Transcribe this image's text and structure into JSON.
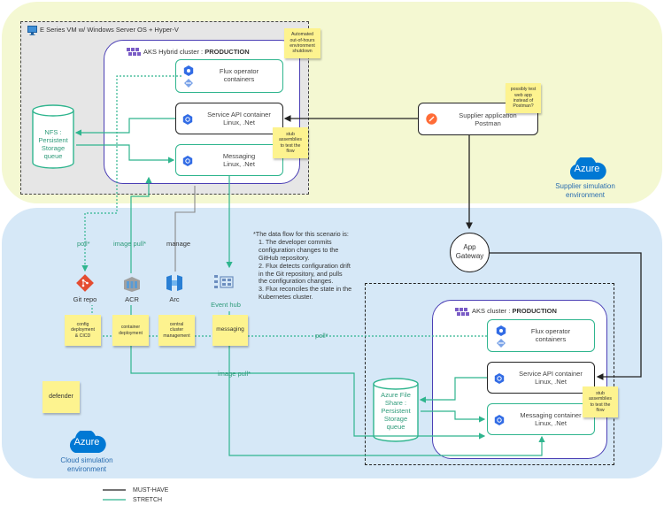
{
  "top_env": {
    "vm_title": "E Series VM w/ Windows Server OS + Hyper-V",
    "hybrid_cluster_prefix": "AKS Hybrid cluster : ",
    "hybrid_cluster_emph": "PRODUCTION",
    "flux": "Flux operator\ncontainers",
    "service_api": "Service API container\nLinux, .Net",
    "messaging": "Messaging\nLinux, .Net",
    "nfs": "NFS :\nPersistent\nStorage\nqueue",
    "supplier_app": "Supplier application\nPostman",
    "azure_badge": "Azure",
    "env_label": "Supplier simulation\nenvironment"
  },
  "bottom_env": {
    "azure_badge": "Azure",
    "env_label": "Cloud simulation\nenvironment",
    "app_gateway": "App\nGateway",
    "git_repo": "Git repo",
    "acr": "ACR",
    "arc": "Arc",
    "event_hub": "Event hub",
    "aks_cluster_prefix": "AKS cluster : ",
    "aks_cluster_emph": "PRODUCTION",
    "flux": "Flux operator\ncontainers",
    "service_api": "Service API container\nLinux, .Net",
    "messaging": "Messaging container\nLinux, .Net",
    "azure_file": "Azure File\nShare :\nPersistent\nStorage\nqueue"
  },
  "arrow_labels": {
    "poll_left": "poll*",
    "image_pull_left": "image pull*",
    "manage": "manage",
    "poll_right": "poll*",
    "image_pull_bottom": "image pull*"
  },
  "stickies": {
    "automated": "Automated\nout-of-hours\nenvironment\nshutdown",
    "postman": "possibly test\nweb app\ninstead of\nPostman?",
    "stub_top": "stub\nassemblies\nto test the\nflow",
    "stub_bottom": "stub\nassemblies\nto test the\nflow",
    "config": "config\ndeployment\n& CICD",
    "container_deploy": "container\ndeployment",
    "central": "central\ncluster\nmanagement",
    "messaging": "messaging",
    "defender": "defender"
  },
  "data_flow": {
    "title": "*The data flow for this scenario is:",
    "steps": [
      "1. The developer commits\n    configuration changes to the\n    GitHub repository.",
      "2. Flux detects configuration drift\n    in the Git repository, and pulls\n    the configuration changes.",
      "3. Flux reconciles the state in the\n    Kubernetes cluster."
    ]
  },
  "legend": {
    "must_have": "MUST-HAVE",
    "stretch": "STRETCH"
  },
  "colors": {
    "green": "#2fb58e",
    "top_bg": "#f4f8d2",
    "bottom_bg": "#d6e8f7",
    "vm_bg": "#e6e6e6",
    "cluster_border": "#4b3fb5",
    "azure_blue": "#0078d4",
    "sticky": "#fdf38f"
  }
}
